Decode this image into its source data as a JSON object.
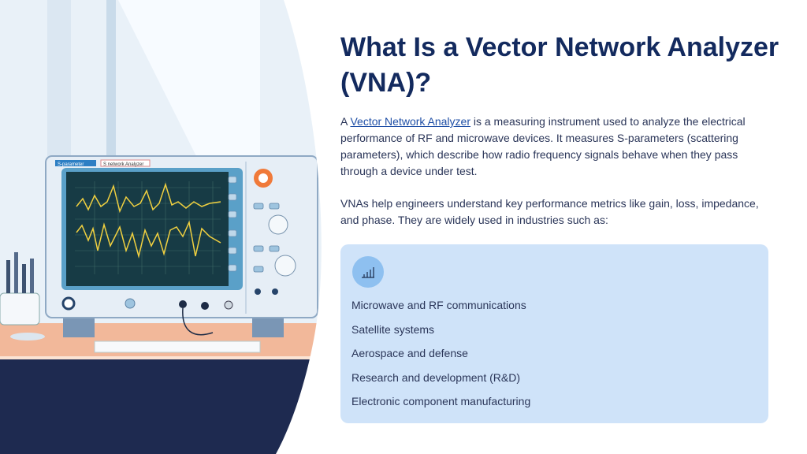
{
  "title": "What Is a Vector Network Analyzer (VNA)?",
  "intro": {
    "prefix": "A ",
    "link": "Vector Network Analyzer",
    "suffix": " is a measuring instrument used to analyze the electrical performance of RF and microwave devices. It measures S-parameters (scattering parameters), which describe how radio frequency signals behave when they pass through a device under test."
  },
  "paragraph2": "VNAs help engineers understand key performance metrics like gain, loss, impedance, and phase. They are widely used in industries such as:",
  "industries": {
    "icon": "bar-chart-icon",
    "items": [
      "Microwave and RF communications",
      "Satellite systems",
      "Aerospace and defense",
      "Research and development (R&D)",
      "Electronic component manufacturing"
    ]
  },
  "illustration": {
    "tab1": "S-parameter",
    "tab2": "S network Analyzer"
  },
  "colors": {
    "title": "#132a5e",
    "box": "#cfe3f9",
    "icon_bg": "#8ec0f0",
    "trace": "#f0d040"
  }
}
